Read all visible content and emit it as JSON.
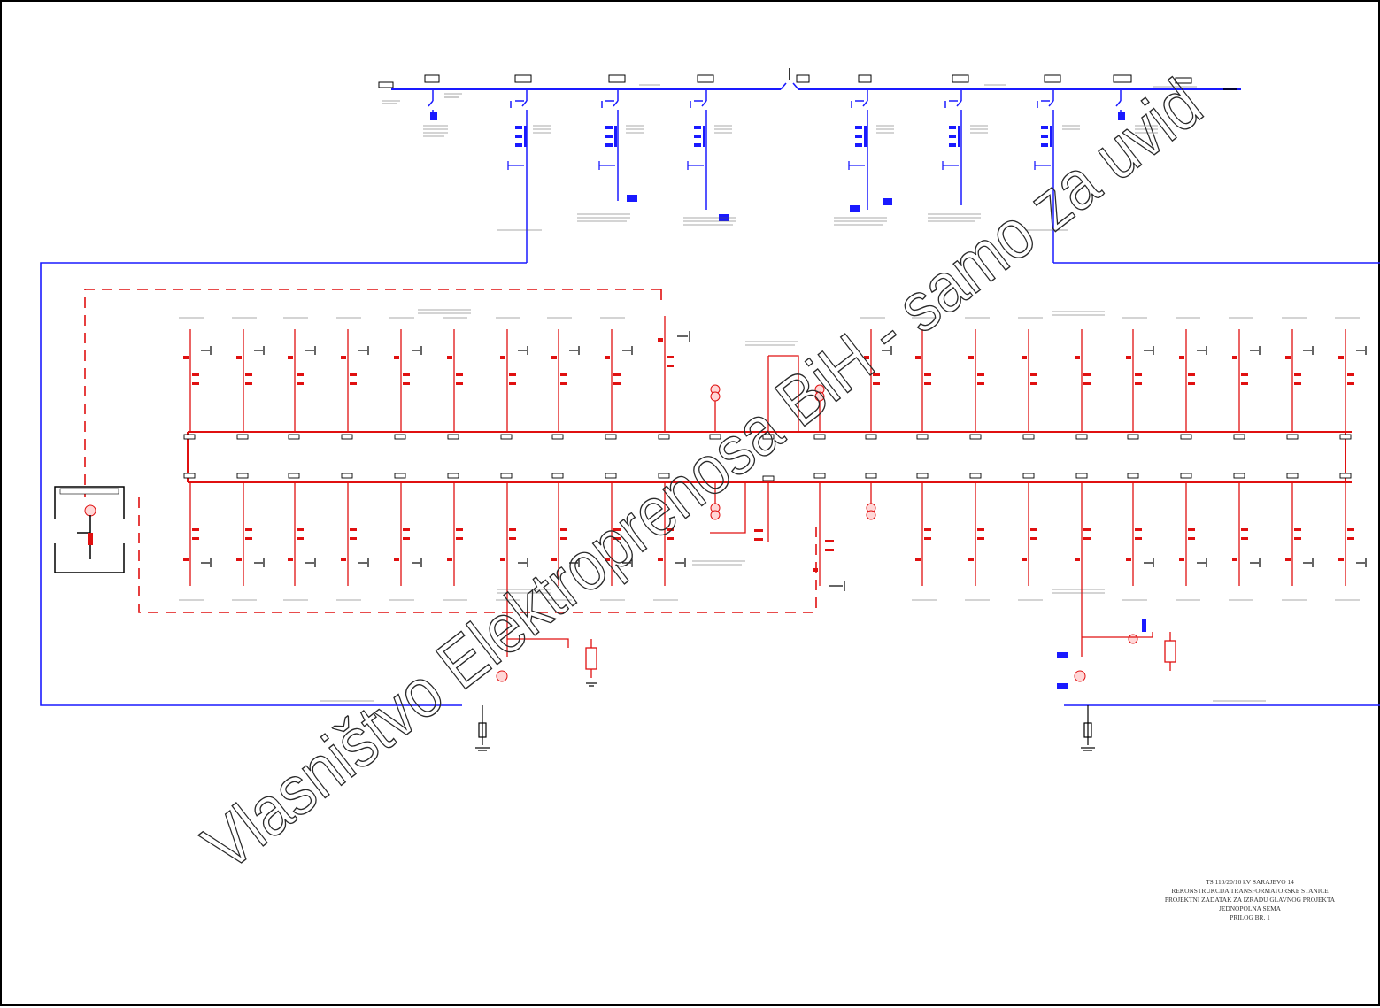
{
  "watermark": {
    "text": "Vlasništvo Elektroprenosa BiH - samo za uvid",
    "color": "#2a2a2a"
  },
  "colors": {
    "hv": "#1a1aff",
    "mv": "#e01010",
    "frame": "#000000"
  },
  "title_block": {
    "line1": "TS 110/20/10 kV SARAJEVO 14",
    "line2": "REKONSTRUKCIJA TRANSFORMATORSKE STANICE",
    "line3": "PROJEKTNI ZADATAK ZA IZRADU GLAVNOG PROJEKTA",
    "line4": "JEDNOPOLNA SEMA",
    "line5": "PRILOG BR. 1"
  }
}
